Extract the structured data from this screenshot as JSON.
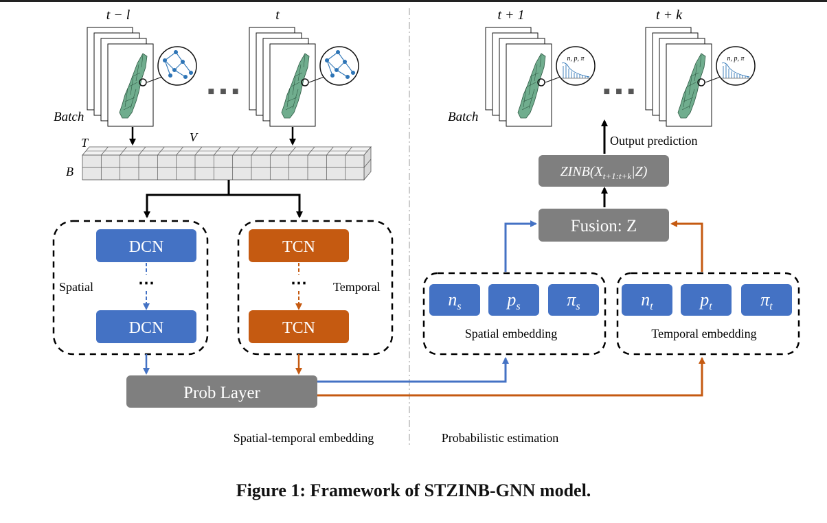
{
  "caption": "Figure 1: Framework of STZINB-GNN model.",
  "time_labels": {
    "t_minus_l": "t − l",
    "t": "t",
    "t_plus_1": "t + 1",
    "t_plus_k": "t + k"
  },
  "batch_label": "Batch",
  "ellipsis": "■ ■ ■",
  "tensor_labels": {
    "T": "T",
    "V": "V",
    "B": "B"
  },
  "map_inset_label": "n, p, π",
  "spatial": {
    "label": "Spatial",
    "block_top": "DCN",
    "block_bottom": "DCN",
    "dots": "⋯"
  },
  "temporal": {
    "label": "Temporal",
    "block_top": "TCN",
    "block_bottom": "TCN",
    "dots": "⋯"
  },
  "prob_layer": "Prob Layer",
  "spatial_embedding": {
    "label": "Spatial embedding",
    "n": "n",
    "p": "p",
    "pi": "π",
    "sub": "s"
  },
  "temporal_embedding": {
    "label": "Temporal embedding",
    "n": "n",
    "p": "p",
    "pi": "π",
    "sub": "t"
  },
  "fusion": "Fusion: Z",
  "zinb": {
    "main": "ZINB(X",
    "sub": "t+1:t+k",
    "tail": "|Z)"
  },
  "output_label": "Output prediction",
  "section_left": "Spatial-temporal embedding",
  "section_right": "Probabilistic estimation",
  "colors": {
    "blue": "#4472C4",
    "orange": "#C55A11",
    "gray": "#7F7F7F",
    "map_green": "#70AD8E"
  }
}
